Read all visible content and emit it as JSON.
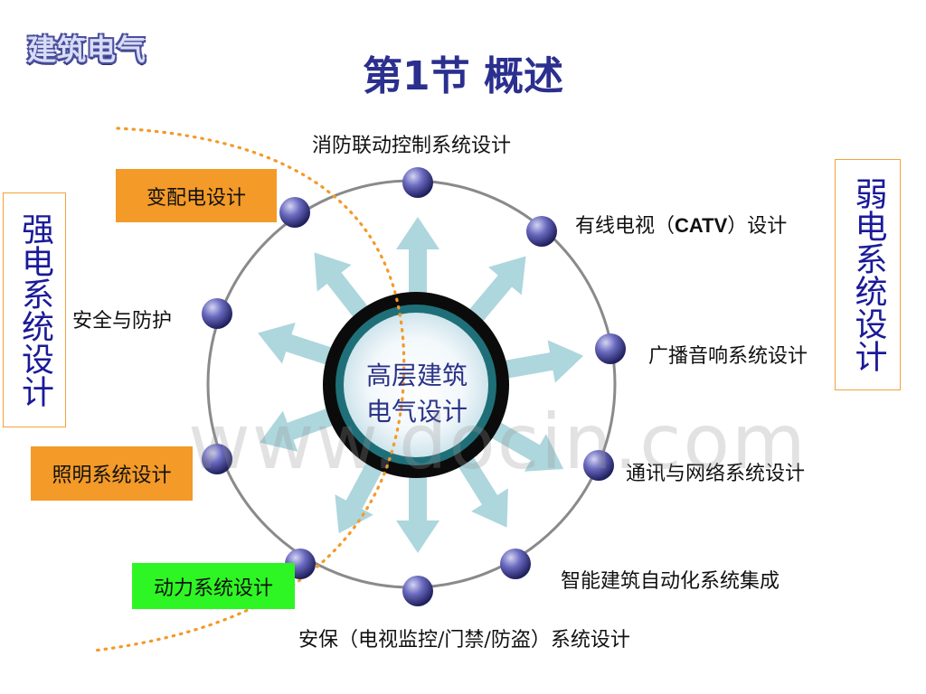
{
  "header": {
    "logo_text": "建筑电气",
    "title": "第1节 概述"
  },
  "sidebars": {
    "strong_current": "强电系统设计",
    "weak_current": "弱电系统设计"
  },
  "center": {
    "line1": "高层建筑",
    "line2": "电气设计"
  },
  "nodes": {
    "fire_control": "消防联动控制系统设计",
    "catv_pre": "有线电视（",
    "catv_mid": "CATV",
    "catv_post": "）设计",
    "broadcast": "广播音响系统设计",
    "communication": "通讯与网络系统设计",
    "intelligent": "智能建筑自动化系统集成",
    "security": "安保（电视监控/门禁/防盗）系统设计",
    "power": "动力系统设计",
    "lighting": "照明系统设计",
    "safety": "安全与防护",
    "substation": "变配电设计"
  },
  "watermark": "www.docin.com",
  "colors": {
    "title": "#2b2f8e",
    "orange_box": "#f39a28",
    "green_box": "#2ef524",
    "sidebar_border": "#f2a23a",
    "arrow": "#a9d4dc",
    "ring": "#8a8a8a",
    "dotted_arc": "#f39a28"
  }
}
